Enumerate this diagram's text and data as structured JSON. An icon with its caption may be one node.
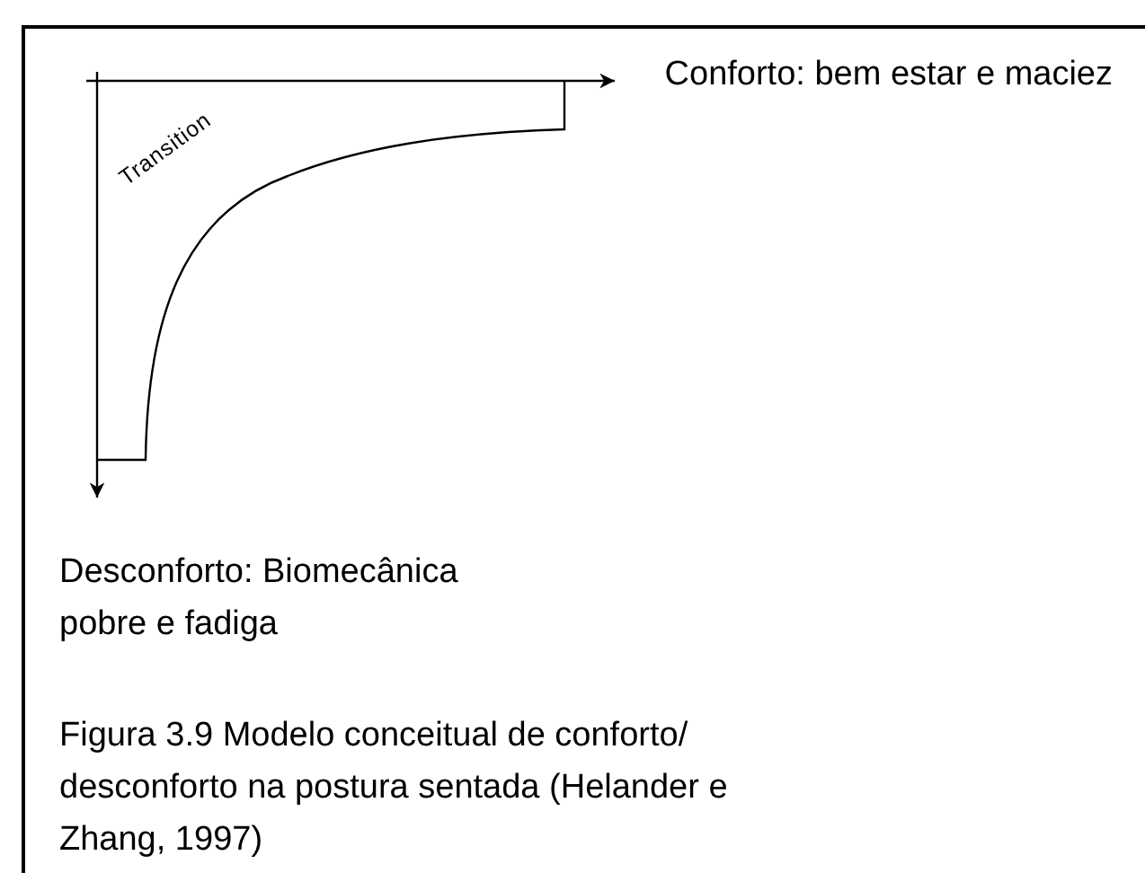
{
  "diagram": {
    "caption": "Figura 3.9 Modelo conceitual de conforto/ desconforto na postura sentada (Helander  e Zhang, 1997)",
    "labels": [
      "Conforto: bem estar e maciez",
      "Transition",
      "Desconforto: Biomecânica pobre e fadiga"
    ]
  }
}
